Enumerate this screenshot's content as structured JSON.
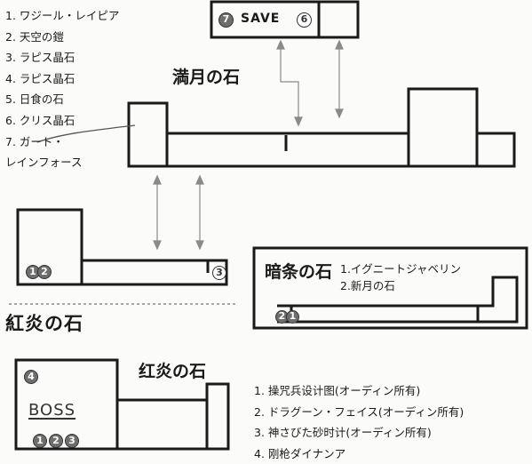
{
  "top_list": [
    "1. ワジール・レイピア",
    "2. 天空の鎧",
    "3. ラピス晶石",
    "4. ラピス晶石",
    "5. 日食の石",
    "6. クリス晶石",
    "7. ガート・",
    "レインフォース"
  ],
  "full_moon": {
    "title": "満月の石"
  },
  "save": {
    "label": "SAVE",
    "marker_left": "7",
    "marker_right": "6"
  },
  "room2": {
    "markers": [
      "1",
      "2"
    ],
    "marker_right": "3"
  },
  "dark": {
    "title": "暗条の石",
    "items": [
      "1.イグニートジャベリン",
      "2.新月の石"
    ],
    "markers": [
      "2",
      "1"
    ]
  },
  "red_heading": "紅炎の石",
  "red": {
    "title": "红炎の石",
    "boss": "BOSS",
    "top_marker": "4",
    "markers": [
      "1",
      "2",
      "3"
    ],
    "items": [
      "1. 操咒兵设计图(オーディン所有)",
      "2. ドラグーン・フェイス(オーディン所有)",
      "3. 神さびた砂时计(オーディン所有)",
      "4. 刚枪ダイナンア"
    ]
  }
}
